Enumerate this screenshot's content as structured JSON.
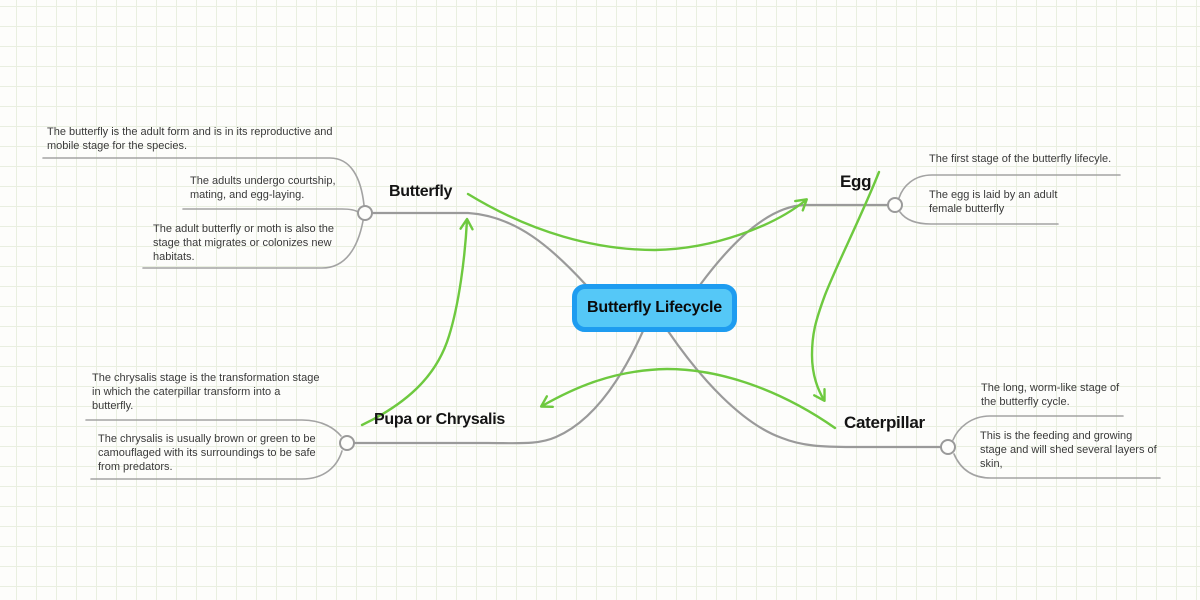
{
  "root": {
    "label": "Butterfly Lifecycle",
    "fill_color": "#55c8f7",
    "border_color": "#1e9cf0"
  },
  "branches": [
    {
      "label": "Butterfly",
      "notes": [
        "The butterfly is the adult form and is in its reproductive and\nmobile stage for the species.",
        "The adults undergo courtship,\nmating, and egg-laying.",
        "The adult butterfly or moth is also the\nstage that migrates or colonizes new\nhabitats."
      ]
    },
    {
      "label": "Egg",
      "notes": [
        "The first stage of the butterfly lifecyle.",
        "The egg is laid by an adult\nfemale butterfly"
      ]
    },
    {
      "label": "Caterpillar",
      "notes": [
        "The long, worm-like stage of\nthe butterfly cycle.",
        "This is the feeding and growing\nstage and will shed several layers of\nskin,"
      ]
    },
    {
      "label": "Pupa or Chrysalis",
      "notes": [
        "The chrysalis stage is the transformation stage\nin which the caterpillar transform into a\nbutterfly.",
        "The chrysalis is usually brown or green to be\ncamouflaged with its surroundings to be safe\nfrom predators."
      ]
    }
  ],
  "arrows": [
    {
      "name": "butterfly-to-egg"
    },
    {
      "name": "egg-to-caterpillar"
    },
    {
      "name": "caterpillar-to-pupa"
    },
    {
      "name": "pupa-to-butterfly"
    }
  ],
  "colors": {
    "arrow_green": "#6ec93f",
    "branch_gray": "#9a9a9a",
    "note_text": "#3a3a3a",
    "grid": "#e9efe0",
    "background": "#fdfdfb"
  }
}
